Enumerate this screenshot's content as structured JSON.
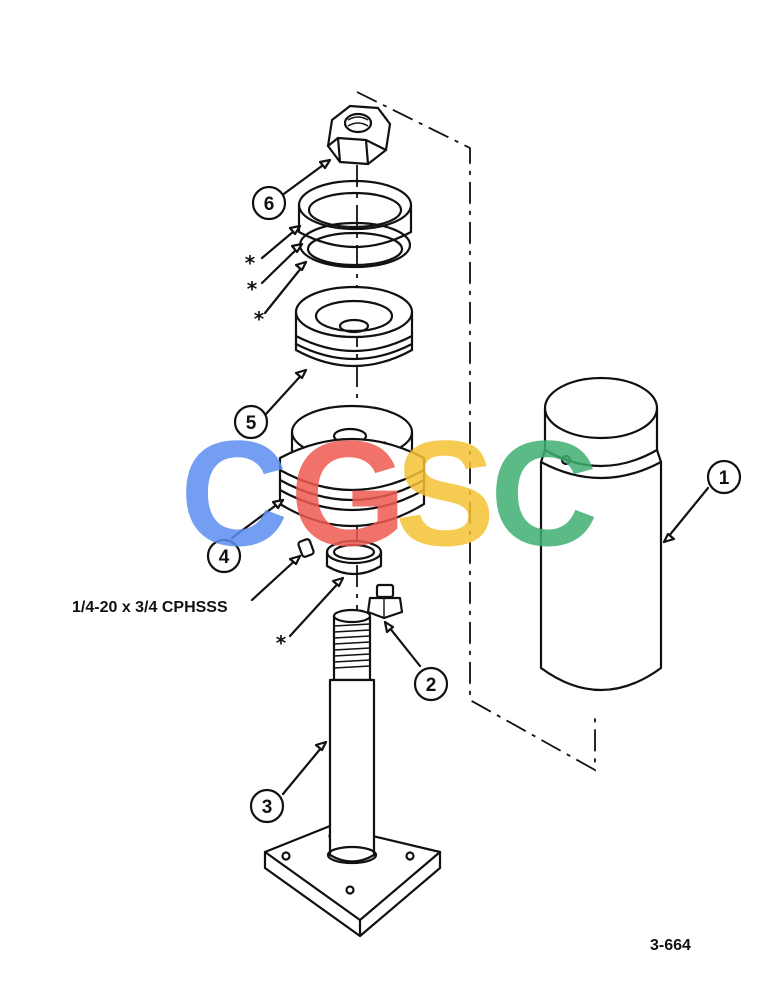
{
  "callouts": [
    "1",
    "2",
    "3",
    "4",
    "5",
    "6"
  ],
  "fastener_label": "1/4-20 x 3/4 CPHSSS",
  "asterisk": "*",
  "figure_id": "3-664",
  "watermark": {
    "letters": [
      "C",
      "G",
      "S",
      "C"
    ],
    "colors": [
      "#5B8EF0",
      "#EE5A52",
      "#F5C234",
      "#3FAE72"
    ]
  }
}
